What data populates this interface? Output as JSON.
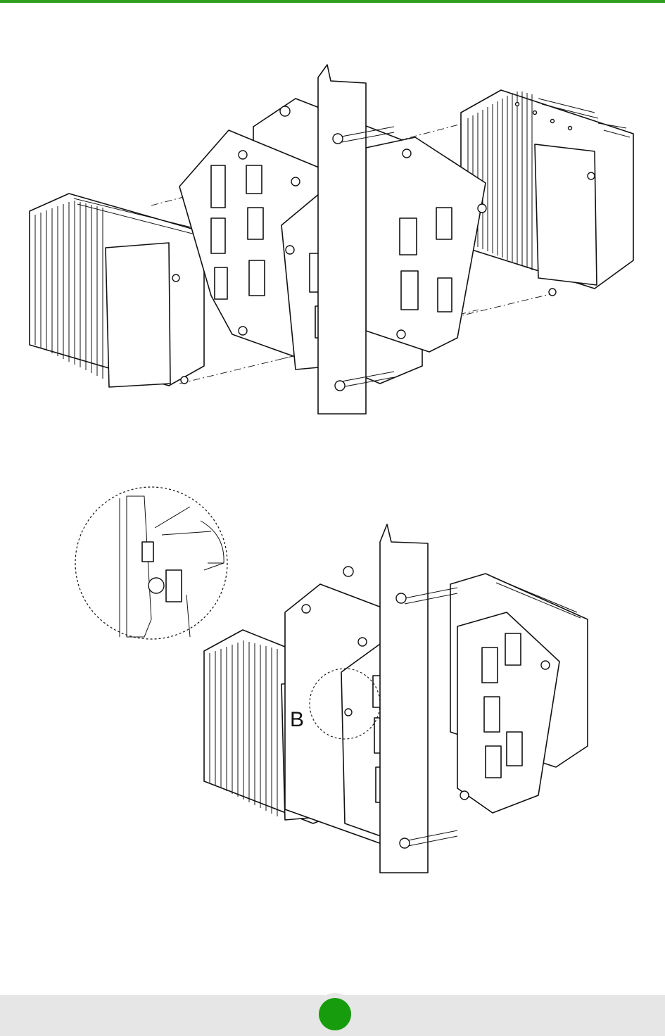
{
  "header": {
    "rule_color": "#2f9e1e"
  },
  "figures": [
    {
      "id": "fig1",
      "callout": ""
    },
    {
      "id": "fig2",
      "callout": "B"
    }
  ],
  "footer": {
    "page_number": "",
    "dot_color": "#169c0c",
    "bar_color": "#e6e6e6"
  },
  "icons": {
    "page_marker": "green-circle-icon"
  }
}
